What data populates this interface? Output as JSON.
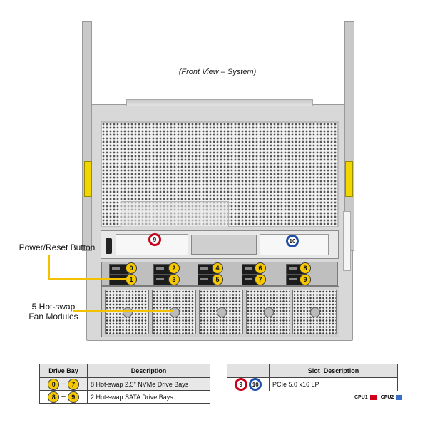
{
  "caption": "(Front View – System)",
  "callouts": {
    "power_reset": "Power/Reset Button",
    "fans_line1": "5 Hot-swap",
    "fans_line2": "Fan Modules"
  },
  "pcie_badges": [
    "9",
    "10"
  ],
  "drive_badges_top": [
    "0",
    "2",
    "4",
    "6",
    "8"
  ],
  "drive_badges_bottom": [
    "1",
    "3",
    "5",
    "7",
    "9"
  ],
  "drive_table": {
    "headers": [
      "Drive Bay",
      "Description"
    ],
    "rows": [
      {
        "from": "0",
        "to": "7",
        "sep": "–",
        "desc": "8 Hot-swap 2.5\" NVMe Drive Bays"
      },
      {
        "from": "8",
        "to": "9",
        "sep": "–",
        "desc": "2 Hot-swap SATA Drive Bays"
      }
    ]
  },
  "slot_table": {
    "header": "Slot  Description",
    "rows": [
      {
        "a": "9",
        "b": "10",
        "desc": "PCIe 5.0 x16 LP"
      }
    ]
  },
  "legend": {
    "cpu1": "CPU1",
    "cpu1_color": "#d0021b",
    "cpu2": "CPU2",
    "cpu2_color": "#3b6fc4"
  },
  "colors": {
    "badge": "#f6c800",
    "pcie_red": "#c8001a",
    "pcie_blue": "#1f4fa8",
    "callout_line": "#f2c200"
  }
}
